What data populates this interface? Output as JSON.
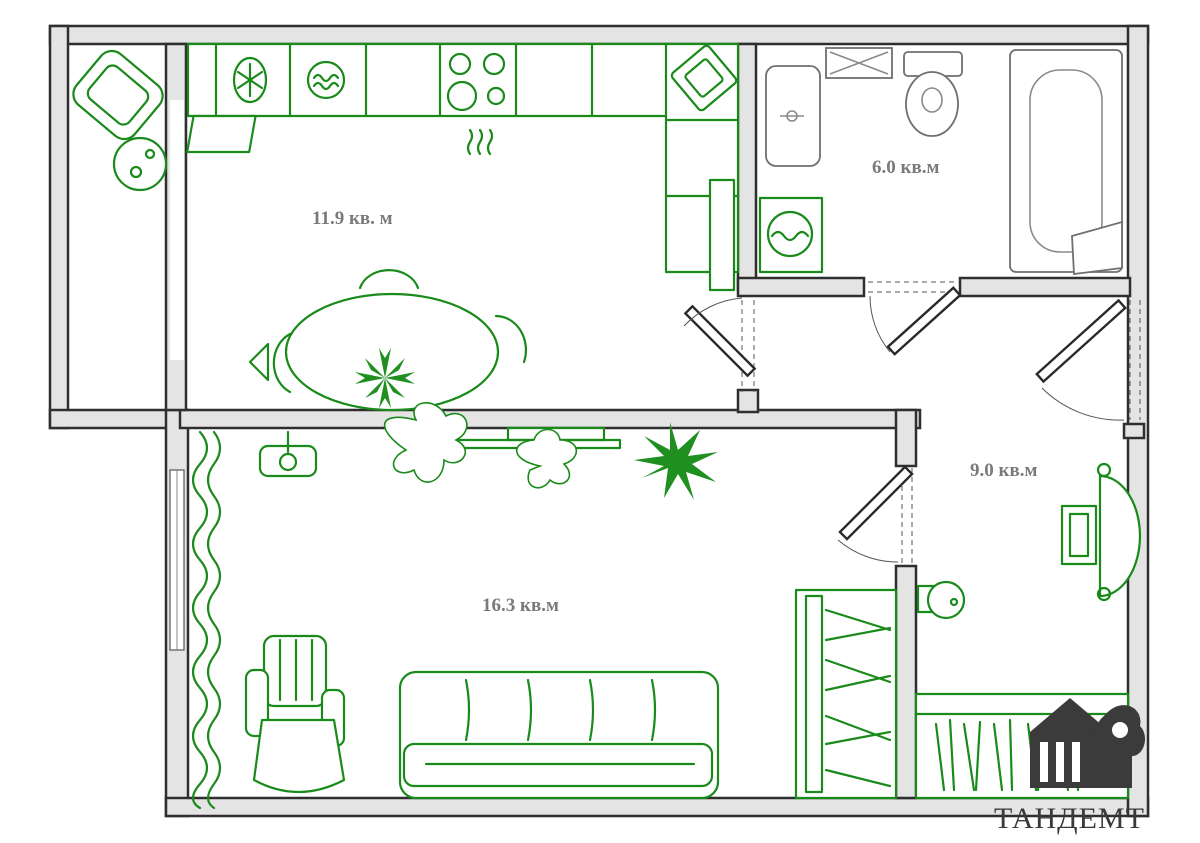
{
  "plan": {
    "rooms": [
      {
        "id": "kitchen",
        "area_label": "11.9 кв. м"
      },
      {
        "id": "bathroom",
        "area_label": "6.0 кв.м"
      },
      {
        "id": "hallway",
        "area_label": "9.0 кв.м"
      },
      {
        "id": "living-room",
        "area_label": "16.3 кв.м"
      }
    ]
  },
  "brand": {
    "name": "ТАНДЕМТ",
    "logo_color": "#3b3b3b"
  },
  "colors": {
    "furniture": "#1a8a1a",
    "walls": "#e4e4e4",
    "wall_outline": "#2f2f2f",
    "label": "#7a7a7a"
  }
}
